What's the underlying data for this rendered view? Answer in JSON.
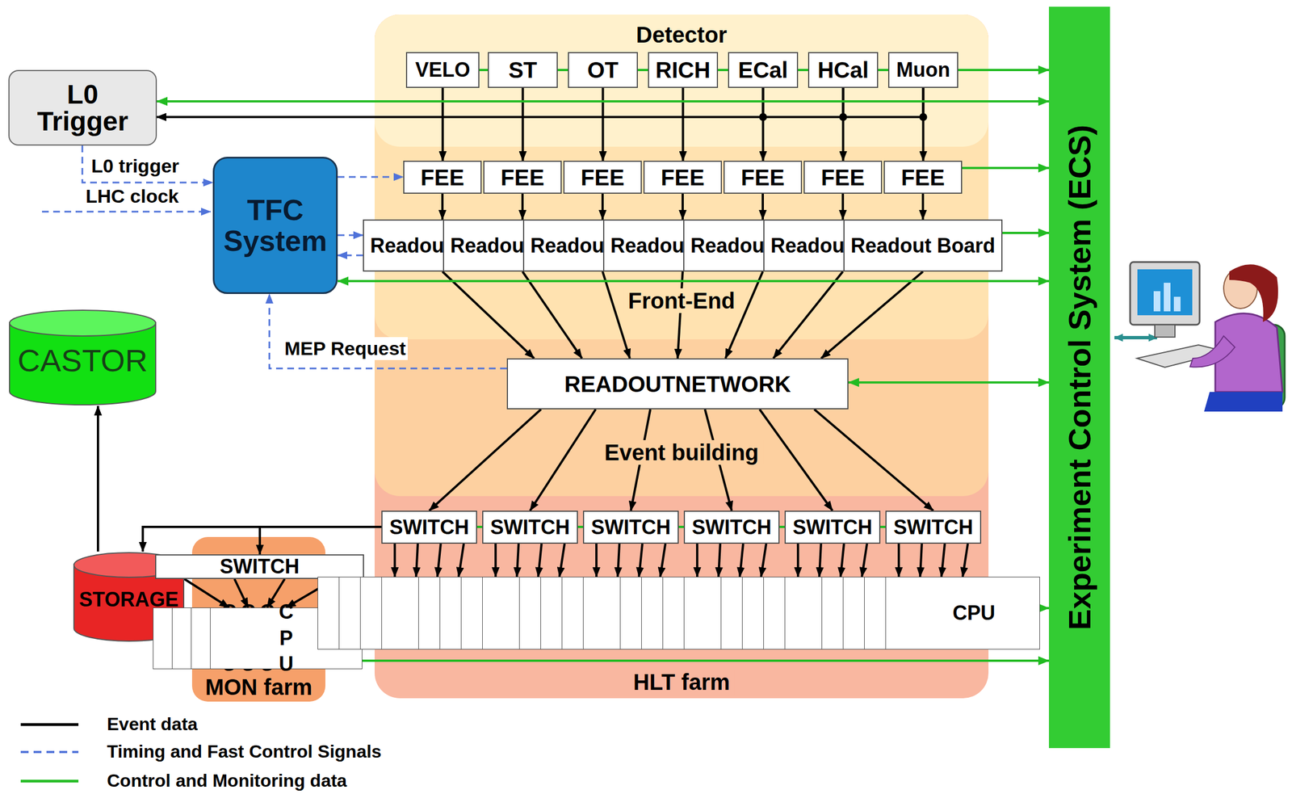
{
  "diagram": {
    "nodes": [
      {
        "text": [
          "L0 Trigger"
        ]
      },
      {
        "text": [
          "TFC System"
        ]
      },
      {
        "text": [
          "CASTOR"
        ]
      },
      {
        "text": [
          "STORAGE"
        ]
      },
      {
        "text": [
          "MON farm"
        ]
      },
      {
        "text": [
          "SWITCH"
        ],
        "in": 4
      },
      {
        "text": [
          "CPU"
        ],
        "in": 4
      },
      {
        "text": [
          "CPU"
        ],
        "in": 4
      },
      {
        "text": [
          "CPU"
        ],
        "in": 4
      },
      {
        "text": [
          "CPU"
        ],
        "in": 4
      },
      {
        "text": [
          "Detector"
        ]
      },
      {
        "text": [
          "Front-End"
        ]
      },
      {
        "text": [
          "Event building"
        ]
      },
      {
        "text": [
          "HLT farm"
        ]
      },
      {
        "text": [
          "VELO"
        ],
        "in": 10
      },
      {
        "text": [
          "ST"
        ],
        "in": 10
      },
      {
        "text": [
          "OT"
        ],
        "in": 10
      },
      {
        "text": [
          "RICH"
        ],
        "in": 10
      },
      {
        "text": [
          "ECal"
        ],
        "in": 10
      },
      {
        "text": [
          "HCal"
        ],
        "in": 10
      },
      {
        "text": [
          "Muon"
        ],
        "in": 10
      },
      {
        "text": [
          "FEE"
        ],
        "in": 11
      },
      {
        "text": [
          "FEE"
        ],
        "in": 11
      },
      {
        "text": [
          "FEE"
        ],
        "in": 11
      },
      {
        "text": [
          "FEE"
        ],
        "in": 11
      },
      {
        "text": [
          "FEE"
        ],
        "in": 11
      },
      {
        "text": [
          "FEE"
        ],
        "in": 11
      },
      {
        "text": [
          "FEE"
        ],
        "in": 11
      },
      {
        "text": [
          "Readout Board"
        ],
        "in": 11
      },
      {
        "text": [
          "Readout Board"
        ],
        "in": 11
      },
      {
        "text": [
          "Readout Board"
        ],
        "in": 11
      },
      {
        "text": [
          "Readout Board"
        ],
        "in": 11
      },
      {
        "text": [
          "Readout Board"
        ],
        "in": 11
      },
      {
        "text": [
          "Readout Board"
        ],
        "in": 11
      },
      {
        "text": [
          "Readout Board"
        ],
        "in": 11
      },
      {
        "text": [
          "READOUTNETWORK"
        ],
        "in": 12
      },
      {
        "text": [
          "SWITCH"
        ],
        "in": 13
      },
      {
        "text": [
          "SWITCH"
        ],
        "in": 13
      },
      {
        "text": [
          "SWITCH"
        ],
        "in": 13
      },
      {
        "text": [
          "SWITCH"
        ],
        "in": 13
      },
      {
        "text": [
          "SWITCH"
        ],
        "in": 13
      },
      {
        "text": [
          "SWITCH"
        ],
        "in": 13
      },
      {
        "text": [
          "CPU"
        ],
        "in": 13
      },
      {
        "text": [
          "CPU"
        ],
        "in": 13
      },
      {
        "text": [
          "CPU"
        ],
        "in": 13
      },
      {
        "text": [
          "CPU"
        ],
        "in": 13
      },
      {
        "text": [
          "CPU"
        ],
        "in": 13
      },
      {
        "text": [
          "CPU"
        ],
        "in": 13
      },
      {
        "text": [
          "CPU"
        ],
        "in": 13
      },
      {
        "text": [
          "CPU"
        ],
        "in": 13
      },
      {
        "text": [
          "CPU"
        ],
        "in": 13
      },
      {
        "text": [
          "CPU"
        ],
        "in": 13
      },
      {
        "text": [
          "CPU"
        ],
        "in": 13
      },
      {
        "text": [
          "CPU"
        ],
        "in": 13
      },
      {
        "text": [
          "CPU"
        ],
        "in": 13
      },
      {
        "text": [
          "CPU"
        ],
        "in": 13
      },
      {
        "text": [
          "CPU"
        ],
        "in": 13
      },
      {
        "text": [
          "CPU"
        ],
        "in": 13
      },
      {
        "text": [
          "CPU"
        ],
        "in": 13
      },
      {
        "text": [
          "CPU"
        ],
        "in": 13
      },
      {
        "text": [
          "CPU"
        ],
        "in": 13
      },
      {
        "text": [
          "CPU"
        ],
        "in": 13
      },
      {
        "text": [
          "CPU"
        ],
        "in": 13
      },
      {
        "text": [
          "CPU"
        ],
        "in": 13
      },
      {
        "text": [
          "CPU"
        ],
        "in": 13
      },
      {
        "text": [
          "CPU"
        ],
        "in": 13
      },
      {
        "text": [
          "Experiment Control System (ECS)"
        ]
      }
    ],
    "edges": [
      {
        "from": 14,
        "to": 21,
        "arrow": "to"
      },
      {
        "from": 15,
        "to": 22,
        "arrow": "to"
      },
      {
        "from": 16,
        "to": 23,
        "arrow": "to"
      },
      {
        "from": 17,
        "to": 24,
        "arrow": "to"
      },
      {
        "from": 18,
        "to": 25,
        "arrow": "to"
      },
      {
        "from": 19,
        "to": 26,
        "arrow": "to"
      },
      {
        "from": 20,
        "to": 27,
        "arrow": "to"
      },
      {
        "from": 21,
        "to": 28,
        "arrow": "to"
      },
      {
        "from": 22,
        "to": 29,
        "arrow": "to"
      },
      {
        "from": 23,
        "to": 30,
        "arrow": "to"
      },
      {
        "from": 24,
        "to": 31,
        "arrow": "to"
      },
      {
        "from": 25,
        "to": 32,
        "arrow": "to"
      },
      {
        "from": 26,
        "to": 33,
        "arrow": "to"
      },
      {
        "from": 27,
        "to": 34,
        "arrow": "to"
      },
      {
        "from": 28,
        "to": 35,
        "arrow": "to"
      },
      {
        "from": 29,
        "to": 35,
        "arrow": "to"
      },
      {
        "from": 30,
        "to": 35,
        "arrow": "to"
      },
      {
        "from": 31,
        "to": 35,
        "arrow": "to"
      },
      {
        "from": 32,
        "to": 35,
        "arrow": "to"
      },
      {
        "from": 33,
        "to": 35,
        "arrow": "to"
      },
      {
        "from": 34,
        "to": 35,
        "arrow": "to"
      },
      {
        "from": 35,
        "to": 36,
        "arrow": "to"
      },
      {
        "from": 35,
        "to": 37,
        "arrow": "to"
      },
      {
        "from": 35,
        "to": 38,
        "arrow": "to"
      },
      {
        "from": 35,
        "to": 39,
        "arrow": "to"
      },
      {
        "from": 35,
        "to": 40,
        "arrow": "to"
      },
      {
        "from": 35,
        "to": 41,
        "arrow": "to"
      },
      {
        "from": 36,
        "to": 42,
        "arrow": "to"
      },
      {
        "from": 36,
        "to": 43,
        "arrow": "to"
      },
      {
        "from": 36,
        "to": 44,
        "arrow": "to"
      },
      {
        "from": 36,
        "to": 45,
        "arrow": "to"
      },
      {
        "from": 37,
        "to": 46,
        "arrow": "to"
      },
      {
        "from": 37,
        "to": 47,
        "arrow": "to"
      },
      {
        "from": 37,
        "to": 48,
        "arrow": "to"
      },
      {
        "from": 37,
        "to": 49,
        "arrow": "to"
      },
      {
        "from": 38,
        "to": 50,
        "arrow": "to"
      },
      {
        "from": 38,
        "to": 51,
        "arrow": "to"
      },
      {
        "from": 38,
        "to": 52,
        "arrow": "to"
      },
      {
        "from": 38,
        "to": 53,
        "arrow": "to"
      },
      {
        "from": 39,
        "to": 54,
        "arrow": "to"
      },
      {
        "from": 39,
        "to": 55,
        "arrow": "to"
      },
      {
        "from": 39,
        "to": 56,
        "arrow": "to"
      },
      {
        "from": 39,
        "to": 57,
        "arrow": "to"
      },
      {
        "from": 40,
        "to": 58,
        "arrow": "to"
      },
      {
        "from": 40,
        "to": 59,
        "arrow": "to"
      },
      {
        "from": 40,
        "to": 60,
        "arrow": "to"
      },
      {
        "from": 40,
        "to": 61,
        "arrow": "to"
      },
      {
        "from": 41,
        "to": 62,
        "arrow": "to"
      },
      {
        "from": 41,
        "to": 63,
        "arrow": "to"
      },
      {
        "from": 41,
        "to": 64,
        "arrow": "to"
      },
      {
        "from": 41,
        "to": 65,
        "arrow": "to"
      },
      {
        "from": 18,
        "to": 0,
        "arrow": "to"
      },
      {
        "from": 19,
        "to": 0,
        "arrow": "to"
      },
      {
        "from": 20,
        "to": 0,
        "arrow": "to"
      },
      {
        "from": 36,
        "to": 3,
        "arrow": "to"
      },
      {
        "from": 36,
        "to": 5,
        "arrow": "to"
      },
      {
        "from": 5,
        "to": 6,
        "arrow": "to"
      },
      {
        "from": 5,
        "to": 7,
        "arrow": "to"
      },
      {
        "from": 5,
        "to": 8,
        "arrow": "to"
      },
      {
        "from": 5,
        "to": 9,
        "arrow": "to"
      },
      {
        "from": 3,
        "to": 2,
        "arrow": "to"
      },
      {
        "from": 0,
        "to": 1,
        "arrow": "to",
        "label": "L0 trigger"
      },
      {
        "from": 1,
        "to": 21,
        "arrow": "to"
      },
      {
        "from": 1,
        "to": 28,
        "arrow": "to"
      },
      {
        "from": 28,
        "to": 1,
        "arrow": "to"
      },
      {
        "from": 35,
        "to": 1,
        "arrow": "to",
        "label": "MEP Request"
      },
      {
        "from": 0,
        "to": 66,
        "arrow": "both"
      },
      {
        "from": 14,
        "to": 15,
        "arrow": "none"
      },
      {
        "from": 15,
        "to": 16,
        "arrow": "none"
      },
      {
        "from": 16,
        "to": 17,
        "arrow": "none"
      },
      {
        "from": 17,
        "to": 18,
        "arrow": "none"
      },
      {
        "from": 18,
        "to": 19,
        "arrow": "none"
      },
      {
        "from": 19,
        "to": 20,
        "arrow": "none"
      },
      {
        "from": 20,
        "to": 66,
        "arrow": "to"
      },
      {
        "from": 27,
        "to": 66,
        "arrow": "to"
      },
      {
        "from": 34,
        "to": 66,
        "arrow": "to"
      },
      {
        "from": 1,
        "to": 66,
        "arrow": "both"
      },
      {
        "from": 35,
        "to": 66,
        "arrow": "both"
      },
      {
        "from": 36,
        "to": 37,
        "arrow": "none"
      },
      {
        "from": 37,
        "to": 38,
        "arrow": "none"
      },
      {
        "from": 38,
        "to": 39,
        "arrow": "none"
      },
      {
        "from": 39,
        "to": 40,
        "arrow": "none"
      },
      {
        "from": 40,
        "to": 41,
        "arrow": "none"
      },
      {
        "from": 45,
        "to": 46,
        "arrow": "none"
      },
      {
        "from": 49,
        "to": 50,
        "arrow": "none"
      },
      {
        "from": 53,
        "to": 54,
        "arrow": "none"
      },
      {
        "from": 57,
        "to": 58,
        "arrow": "none"
      },
      {
        "from": 61,
        "to": 62,
        "arrow": "none"
      },
      {
        "from": 65,
        "to": 66,
        "arrow": "to"
      },
      {
        "from": 9,
        "to": 66,
        "arrow": "to"
      }
    ],
    "labels": [
      "LHC clock"
    ],
    "legend": [
      {
        "text": "Event data"
      },
      {
        "text": "Timing and Fast Control Signals"
      },
      {
        "text": "Control and Monitoring data"
      }
    ]
  }
}
